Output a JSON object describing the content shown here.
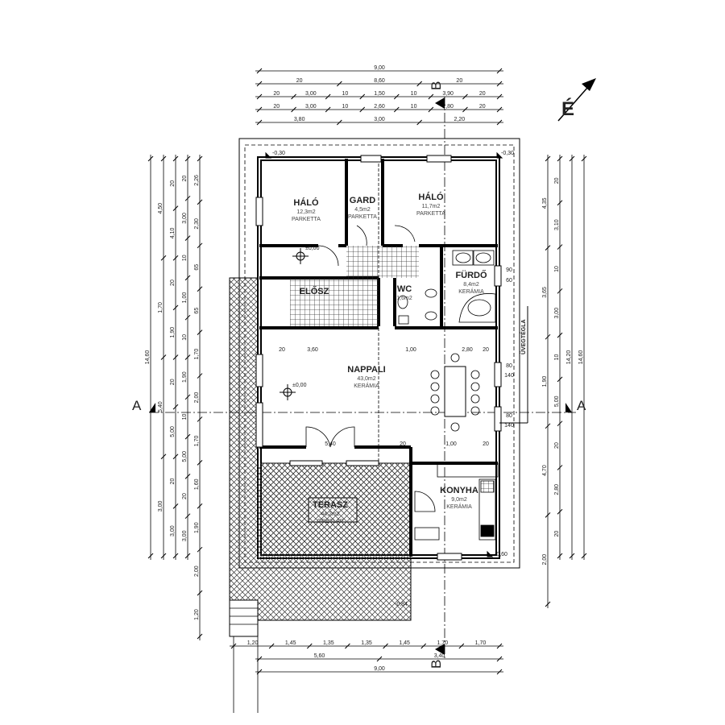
{
  "north_label": "É",
  "section_a": "A",
  "section_b": "B",
  "glass_brick": "ÜVEGTÉGLA",
  "rooms": [
    {
      "name": "HÁLÓ",
      "area": "12,3m2",
      "floor": "PARKETTA"
    },
    {
      "name": "GARD",
      "area": "4,5m2",
      "floor": "PARKETTA"
    },
    {
      "name": "HÁLÓ",
      "area": "11,7m2",
      "floor": "PARKETTA"
    },
    {
      "name": "FÜRDŐ",
      "area": "8,4m2",
      "floor": "KERÁMIA"
    },
    {
      "name": "WC",
      "area": "1,6m2",
      "floor": ""
    },
    {
      "name": "ELŐSZ",
      "area": "",
      "floor": ""
    },
    {
      "name": "NAPPALI",
      "area": "43,0m2",
      "floor": "KERÁMIA"
    },
    {
      "name": "KONYHA",
      "area": "9,0m2",
      "floor": "KERÁMIA"
    },
    {
      "name": "TERASZ",
      "area": "44,2m2",
      "floor": "GRESLAP"
    }
  ],
  "levels": {
    "floor1": "±0,00",
    "floor2": "±0,00",
    "nw": "-0,30",
    "ne": "-0,30",
    "se": "-0,60",
    "terrace": "-0,84"
  },
  "dims": {
    "top": [
      [
        "9,00"
      ],
      [
        "20",
        "8,60",
        "20"
      ],
      [
        "20",
        "3,00",
        "10",
        "1,50",
        "10",
        "3,90",
        "20"
      ],
      [
        "20",
        "3,00",
        "10",
        "2,60",
        "10",
        "2,80",
        "20"
      ],
      [
        "3,80",
        "3,00",
        "2,20"
      ]
    ],
    "bottom": [
      [
        "1,20",
        "1,45",
        "1,35",
        "1,35",
        "1,45",
        "1,70",
        "1,70"
      ],
      [
        "5,60",
        "3,40"
      ],
      [
        "9,00"
      ]
    ],
    "left": [
      [
        "14,60"
      ],
      [
        "4,50",
        "1,70",
        "5,40",
        "3,00"
      ],
      [
        "20",
        "4,10",
        "20",
        "1,90",
        "20",
        "5,00",
        "20",
        "3,00"
      ],
      [
        "20",
        "3,00",
        "10",
        "1,00",
        "10",
        "1,90",
        "10",
        "5,00",
        "20",
        "3,00"
      ],
      [
        "2,26",
        "2,30",
        "65",
        "65",
        "1,70",
        "2,00",
        "1,70",
        "1,60",
        "1,90",
        "2,00",
        "1,20"
      ]
    ],
    "right": [
      [
        "4,35",
        "3,65",
        "1,90",
        "4,70",
        "2,00"
      ],
      [
        "20",
        "3,10",
        "10",
        "3,00",
        "10",
        "5,00",
        "20",
        "2,80",
        "20"
      ],
      [
        "14,20"
      ],
      [
        "14,60"
      ]
    ],
    "interior": [
      "20",
      "3,60",
      "1,00",
      "2,80",
      "20",
      "20",
      "1,00",
      "20",
      "5,40",
      "80",
      "140",
      "80",
      "140",
      "90",
      "60"
    ]
  }
}
